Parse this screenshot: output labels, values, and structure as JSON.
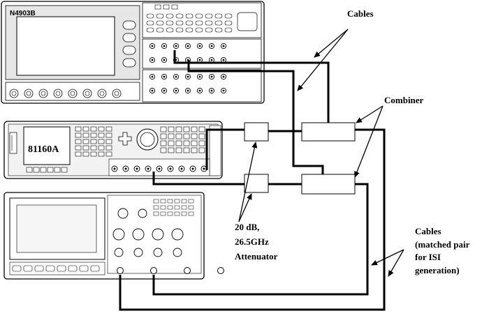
{
  "devices": {
    "bert": {
      "model": "N4903B"
    },
    "pulse_gen": {
      "model": "81160A"
    },
    "scope": {
      "model": ""
    }
  },
  "labels": {
    "cables_top": "Cables",
    "combiner": "Combiner",
    "attenuator": [
      "20 dB,",
      "26.5GHz",
      "Attenuator"
    ],
    "cables_bottom": [
      "Cables",
      "(matched pair",
      "for ISI",
      "generation)"
    ]
  },
  "colors": {
    "line": "#000000",
    "panel": "#dcdcdc",
    "screen": "#f4f4f4"
  }
}
